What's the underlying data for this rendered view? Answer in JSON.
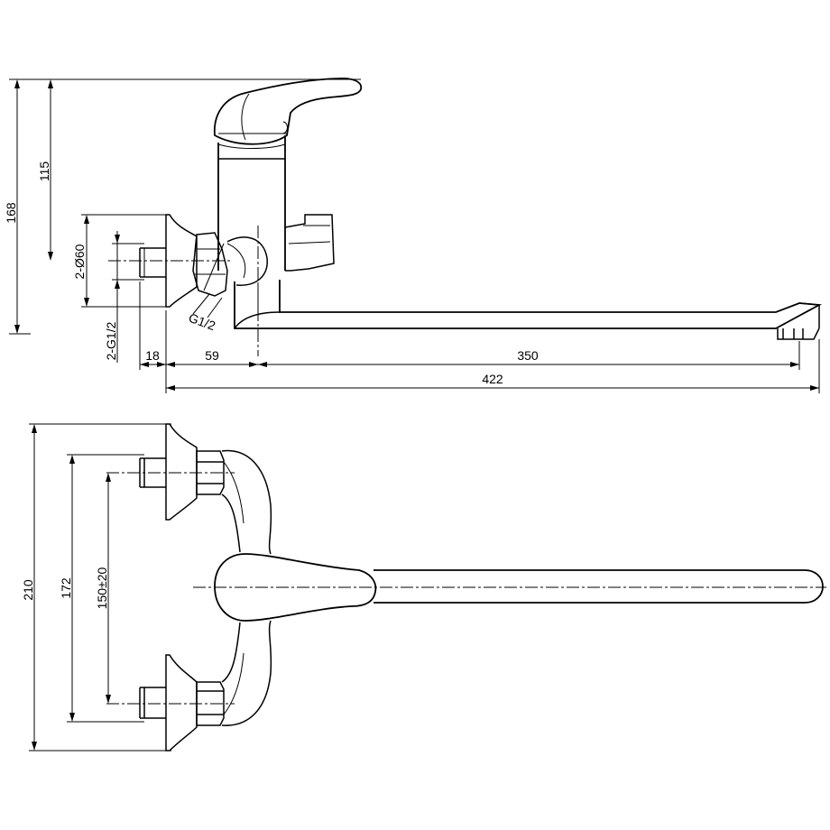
{
  "drawing": {
    "side_view": {
      "dims": {
        "overall_height": "168",
        "handle_height": "115",
        "diameter": "2-Ø60",
        "inlet_thread": "2-G1/2",
        "outlet_thread": "G1/2",
        "wall_offset": "18",
        "body_offset": "59",
        "spout_reach": "350",
        "total_length": "422"
      }
    },
    "top_view": {
      "dims": {
        "overall_width": "210",
        "flange_spacing": "172",
        "centers_range": "150±20"
      }
    }
  }
}
